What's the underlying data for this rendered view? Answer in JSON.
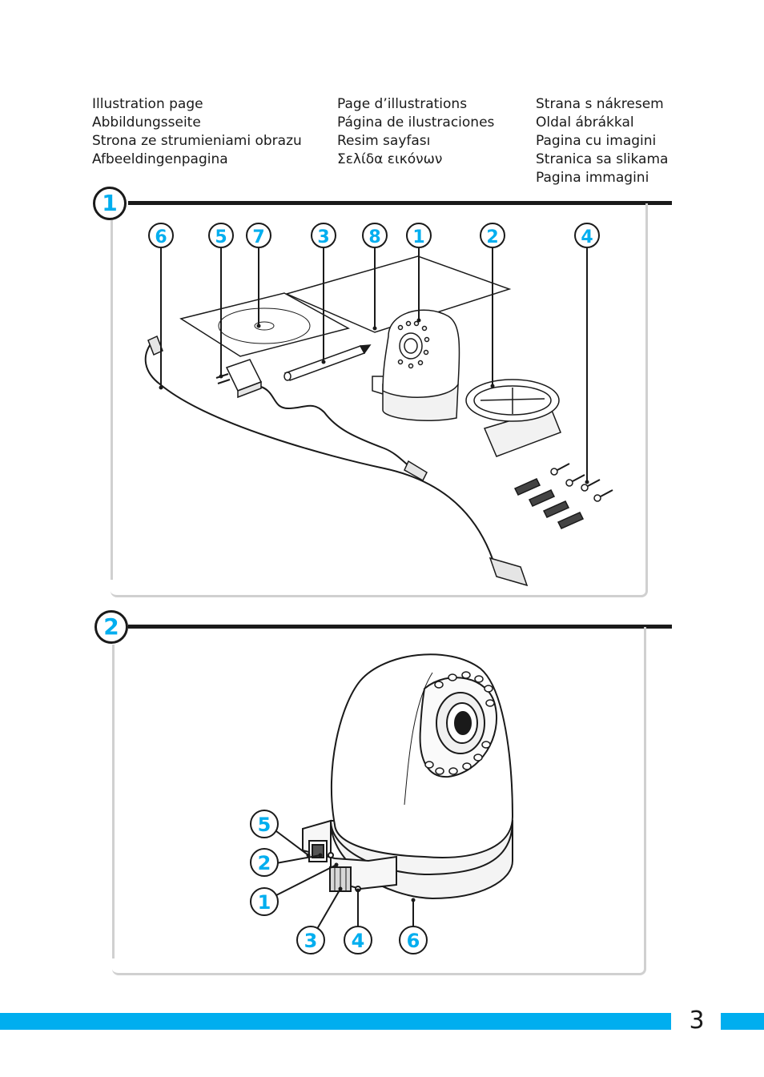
{
  "header": {
    "column1": [
      "Illustration page",
      "Abbildungsseite",
      "Strona ze strumieniami obrazu",
      "Afbeeldingenpagina"
    ],
    "column2": [
      "Page d’illustrations",
      "Página de ilustraciones",
      "Resim sayfası",
      "Σελίδα εικόνων"
    ],
    "column3": [
      "Strana s nákresem",
      "Oldal ábrákkal",
      "Pagina cu imagini",
      "Stranica sa slikama",
      "Pagina immagini"
    ]
  },
  "figure1": {
    "number": "1",
    "callouts": [
      "6",
      "5",
      "7",
      "3",
      "8",
      "1",
      "2",
      "4"
    ]
  },
  "figure2": {
    "number": "2",
    "callouts": [
      "5",
      "2",
      "1",
      "3",
      "4",
      "6"
    ]
  },
  "footer": {
    "page_number": "3"
  },
  "colors": {
    "accent": "#00aeef",
    "line": "#1a1a1a",
    "frame": "#d0d0d0"
  }
}
